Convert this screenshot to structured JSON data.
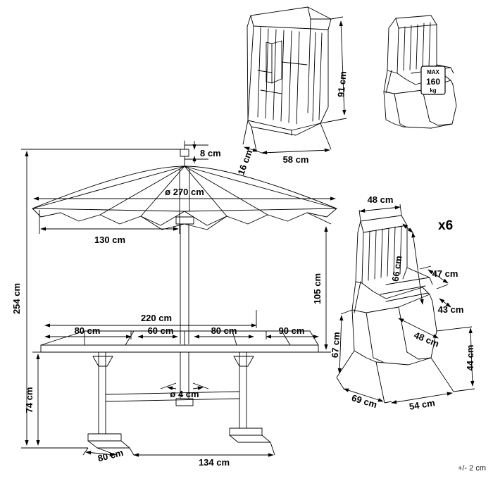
{
  "diagram": {
    "title": "Garden dining set technical dimension drawing",
    "tolerance_note": "+/- 2 cm",
    "quantity_badge": "x6",
    "max_load_badge": {
      "line1": "MAX",
      "line2": "160",
      "line3": "kg"
    },
    "labels": {
      "parasol_finial": "8 cm",
      "parasol_diameter": "ø 270 cm",
      "parasol_radius": "130 cm",
      "total_height": "254 cm",
      "parasol_clearance": "105 cm",
      "table_top_length": "220 cm",
      "table_leaf_left": "80 cm",
      "table_leaf_center": "60 cm",
      "table_leaf_right": "80 cm",
      "table_top_width": "90 cm",
      "table_height": "74 cm",
      "pole_hole": "ø 4 cm",
      "table_base_width": "80 cm",
      "table_base_length": "134 cm",
      "folded_chair_height": "91 cm",
      "folded_chair_depth": "16 cm",
      "folded_chair_length": "58 cm",
      "chair_back_width": "48 cm",
      "chair_back_height": "66 cm",
      "chair_arm_length": "47 cm",
      "chair_arm_height": "43 cm",
      "chair_seat_depth": "48 cm",
      "chair_seat_height": "67 cm",
      "chair_depth": "69 cm",
      "chair_width": "54 cm",
      "chair_arm_top_height": "44 cm"
    }
  }
}
